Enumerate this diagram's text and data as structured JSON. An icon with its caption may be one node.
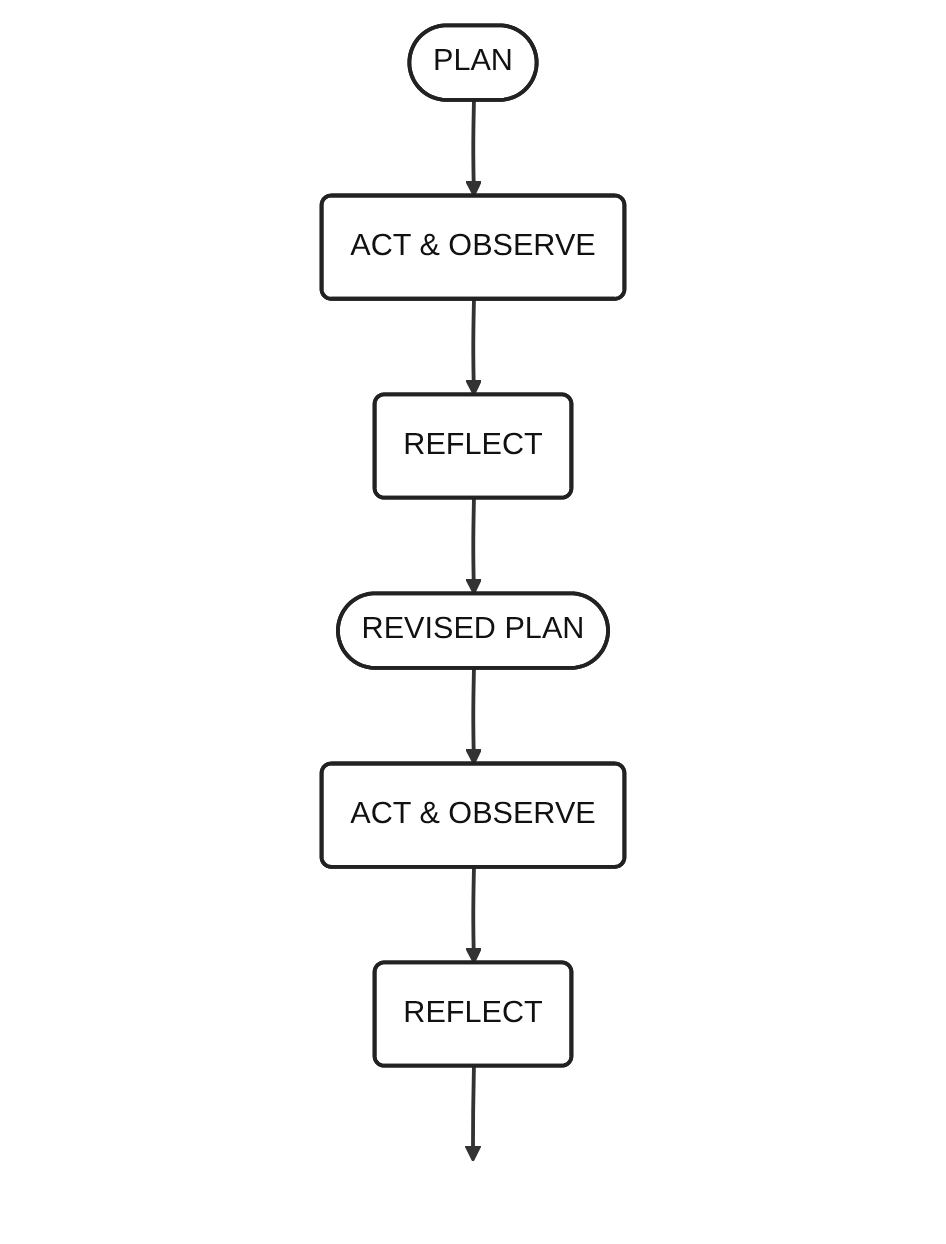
{
  "diagram": {
    "nodes": [
      {
        "text": [
          "PLAN"
        ]
      },
      {
        "text": [
          "ACT & OBSERVE"
        ]
      },
      {
        "text": [
          "REFLECT"
        ]
      },
      {
        "text": [
          "REVISED PLAN"
        ]
      },
      {
        "text": [
          "ACT & OBSERVE"
        ]
      },
      {
        "text": [
          "REFLECT"
        ]
      }
    ],
    "edges": [
      {
        "from": 0,
        "to": 1,
        "arrow": "to"
      },
      {
        "from": 1,
        "to": 2,
        "arrow": "to"
      },
      {
        "from": 2,
        "to": 3,
        "arrow": "to"
      },
      {
        "from": 3,
        "to": 4,
        "arrow": "to"
      },
      {
        "from": 4,
        "to": 5,
        "arrow": "to"
      },
      {
        "from": 5,
        "to": null,
        "arrow": "to"
      }
    ]
  }
}
